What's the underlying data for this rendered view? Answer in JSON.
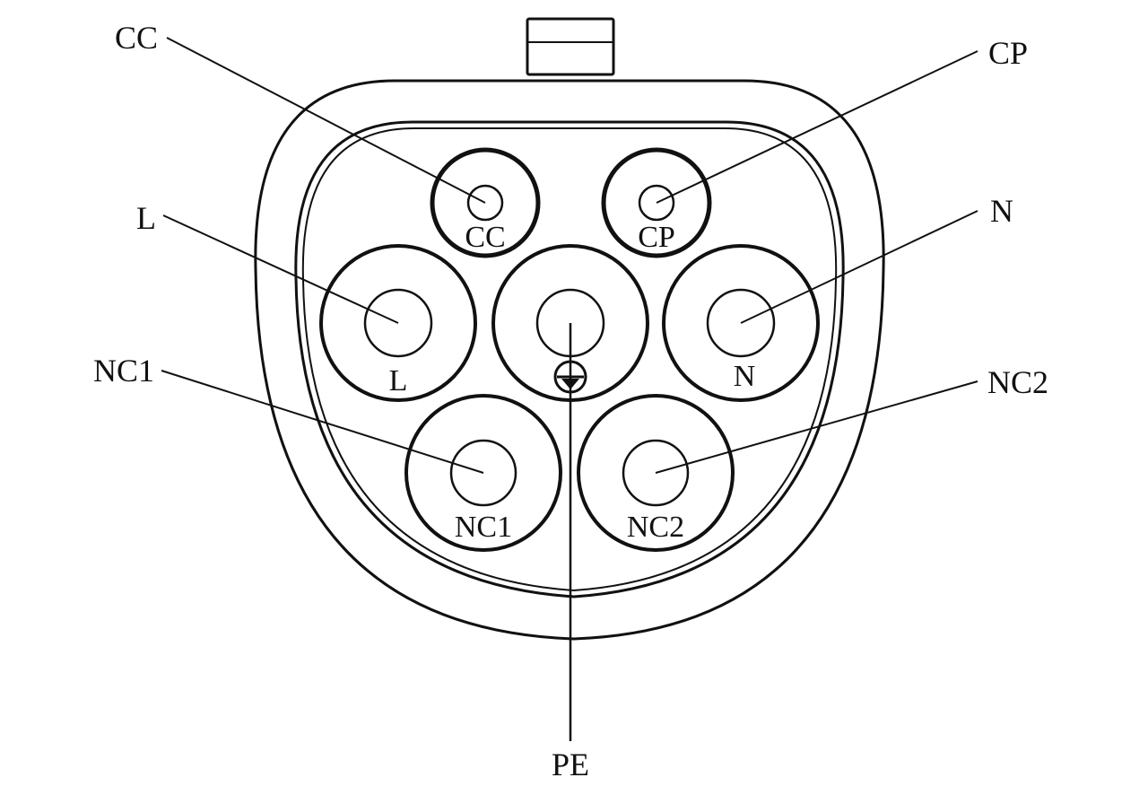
{
  "colors": {
    "line": "#111111",
    "background": "#ffffff"
  },
  "callouts": {
    "cc": "CC",
    "cp": "CP",
    "l": "L",
    "n": "N",
    "nc1": "NC1",
    "nc2": "NC2",
    "pe": "PE"
  },
  "pins": {
    "cc": "CC",
    "cp": "CP",
    "l": "L",
    "n": "N",
    "nc1": "NC1",
    "nc2": "NC2"
  },
  "icons": {
    "pe_symbol": "ground-symbol-icon"
  }
}
